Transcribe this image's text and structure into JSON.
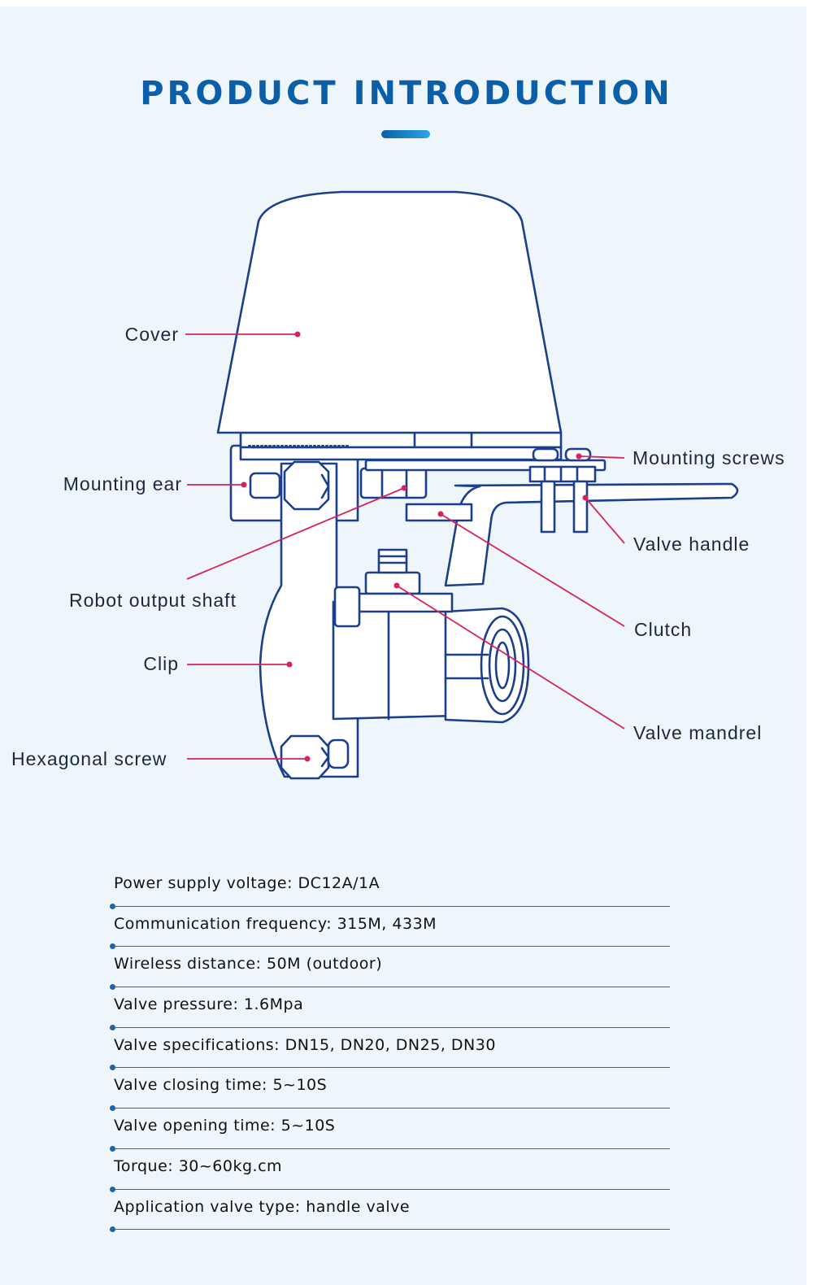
{
  "header": {
    "title": "PRODUCT INTRODUCTION"
  },
  "diagram": {
    "labels": {
      "cover": "Cover",
      "mounting_ear": "Mounting ear",
      "robot_output_shaft": "Robot output shaft",
      "clip": "Clip",
      "hexagonal_screw": "Hexagonal screw",
      "mounting_screws": "Mounting screws",
      "valve_handle": "Valve handle",
      "clutch": "Clutch",
      "valve_mandrel": "Valve mandrel"
    }
  },
  "specs": [
    "Power supply voltage: DC12A/1A",
    "Communication frequency: 315M, 433M",
    "Wireless distance: 50M (outdoor)",
    "Valve pressure: 1.6Mpa",
    "Valve specifications: DN15, DN20, DN25, DN30",
    "Valve closing time: 5~10S",
    "Valve opening time: 5~10S",
    "Torque: 30~60kg.cm",
    "Application valve type: handle valve"
  ],
  "colors": {
    "background": "#eef5fb",
    "title": "#0b5fa8",
    "outline": "#1b3f8a",
    "callout": "#d6245a"
  }
}
